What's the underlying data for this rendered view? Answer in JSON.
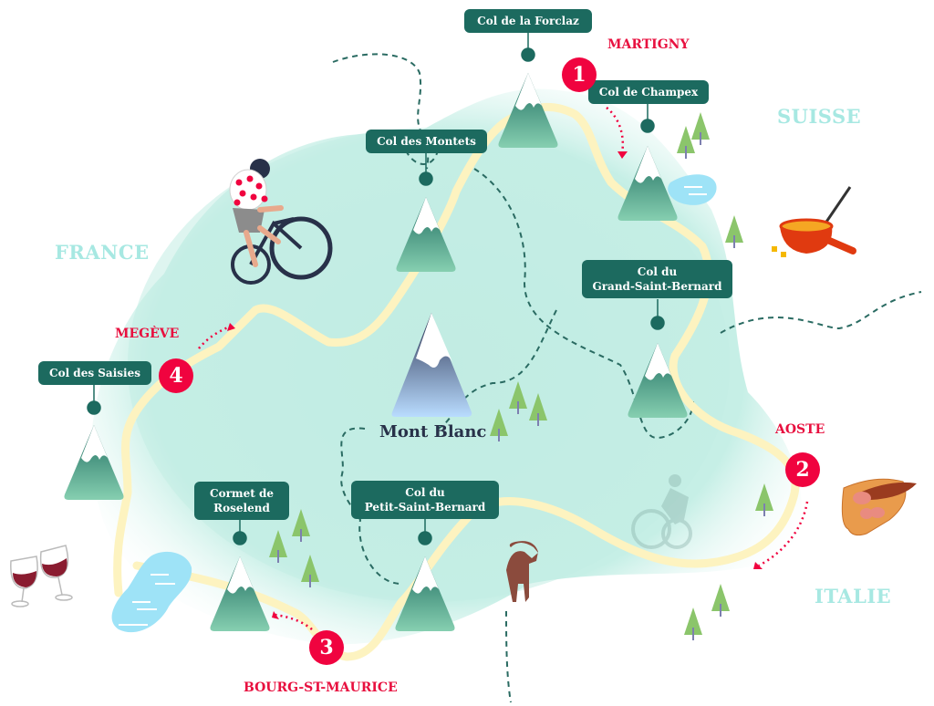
{
  "countries": [
    {
      "name": "FRANCE"
    },
    {
      "name": "SUISSE"
    },
    {
      "name": "ITALIE"
    }
  ],
  "summit": {
    "name": "Mont Blanc"
  },
  "cols": [
    {
      "name": "Col de la Forclaz"
    },
    {
      "name": "Col de Champex"
    },
    {
      "name": "Col des Montets"
    },
    {
      "name": "Col du Grand-Saint-Bernard",
      "line1": "Col du",
      "line2": "Grand-Saint-Bernard"
    },
    {
      "name": "Col des Saisies"
    },
    {
      "name": "Cormet de Roselend",
      "line1": "Cormet de",
      "line2": "Roselend"
    },
    {
      "name": "Col du Petit-Saint-Bernard",
      "line1": "Col du",
      "line2": "Petit-Saint-Bernard"
    }
  ],
  "stages": [
    {
      "number": "1",
      "town": "MARTIGNY"
    },
    {
      "number": "2",
      "town": "AOSTE"
    },
    {
      "number": "3",
      "town": "BOURG-ST-MAURICE"
    },
    {
      "number": "4",
      "town": "MEGÈVE"
    }
  ],
  "illustrations": [
    {
      "name": "cyclist-polka-dot-jersey-icon"
    },
    {
      "name": "cyclist-silhouette-icon"
    },
    {
      "name": "fondue-pot-icon"
    },
    {
      "name": "saucisson-board-icon"
    },
    {
      "name": "wine-glasses-icon"
    },
    {
      "name": "ibex-icon"
    },
    {
      "name": "lake-icon"
    }
  ],
  "colors": {
    "region_fill": "#c2ede3",
    "route": "#fdf3c0",
    "label_bg": "#1c6a5f",
    "stage_red": "#f0033f",
    "country_text": "#a7e8e2",
    "border_dash": "#2a6b62",
    "tree": "#8bc56b",
    "lake": "#9ee3f7"
  }
}
